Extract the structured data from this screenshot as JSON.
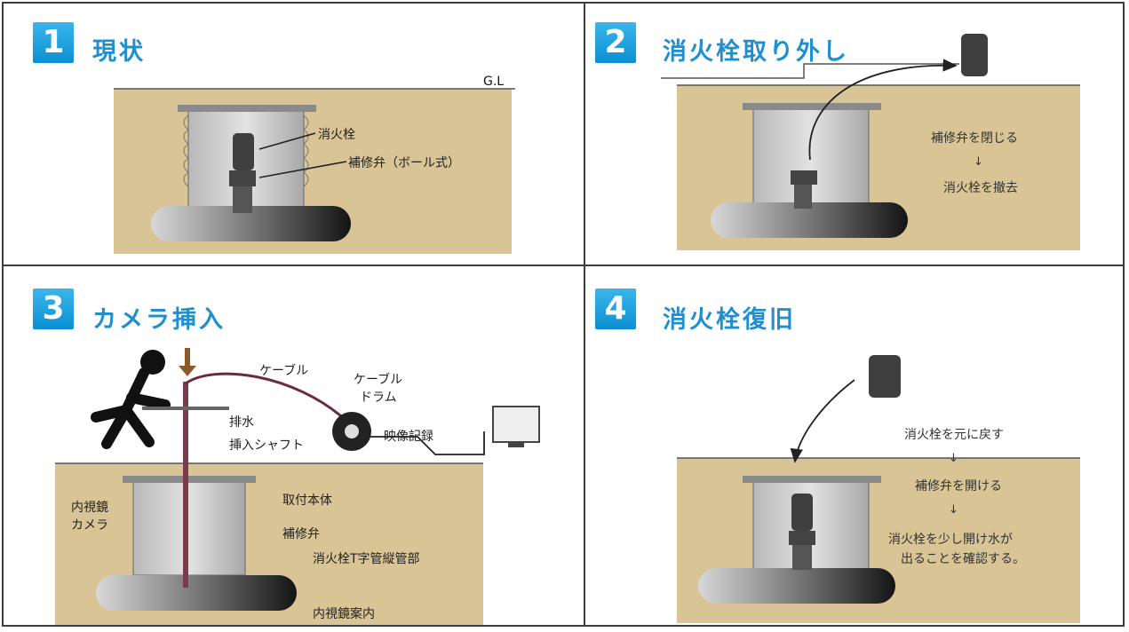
{
  "panels": [
    {
      "number": "1",
      "title": "現状"
    },
    {
      "number": "2",
      "title": "消火栓取り外し"
    },
    {
      "number": "3",
      "title": "カメラ挿入"
    },
    {
      "number": "4",
      "title": "消火栓復旧"
    }
  ],
  "labels": {
    "gl": "G.L",
    "p1_hydrant": "消火栓",
    "p1_valve": "補修弁（ボール式）",
    "p2_step1": "補修弁を閉じる",
    "p2_arrow": "↓",
    "p2_step2": "消火栓を撤去",
    "p3_cable": "ケーブル",
    "p3_drum_1": "ケーブル",
    "p3_drum_2": "ドラム",
    "p3_drain": "排水",
    "p3_shaft": "挿入シャフト",
    "p3_record": "映像記録",
    "p3_endoscope_1": "内視鏡",
    "p3_endoscope_2": "カメラ",
    "p3_body": "取付本体",
    "p3_valve": "補修弁",
    "p3_tpipe": "消火栓T字管縦管部",
    "p3_guide": "内視鏡案内",
    "p4_step1": "消火栓を元に戻す",
    "p4_arrow1": "↓",
    "p4_step2": "補修弁を開ける",
    "p4_arrow2": "↓",
    "p4_step3a": "消火栓を少し開け水が",
    "p4_step3b": "出ることを確認する。"
  },
  "colors": {
    "accent": "#1f8fd0",
    "badge": "#0b8fd3",
    "soil": "#d9c495",
    "shaft": "#c8c8c8",
    "pipe": "#1e1e1e"
  }
}
